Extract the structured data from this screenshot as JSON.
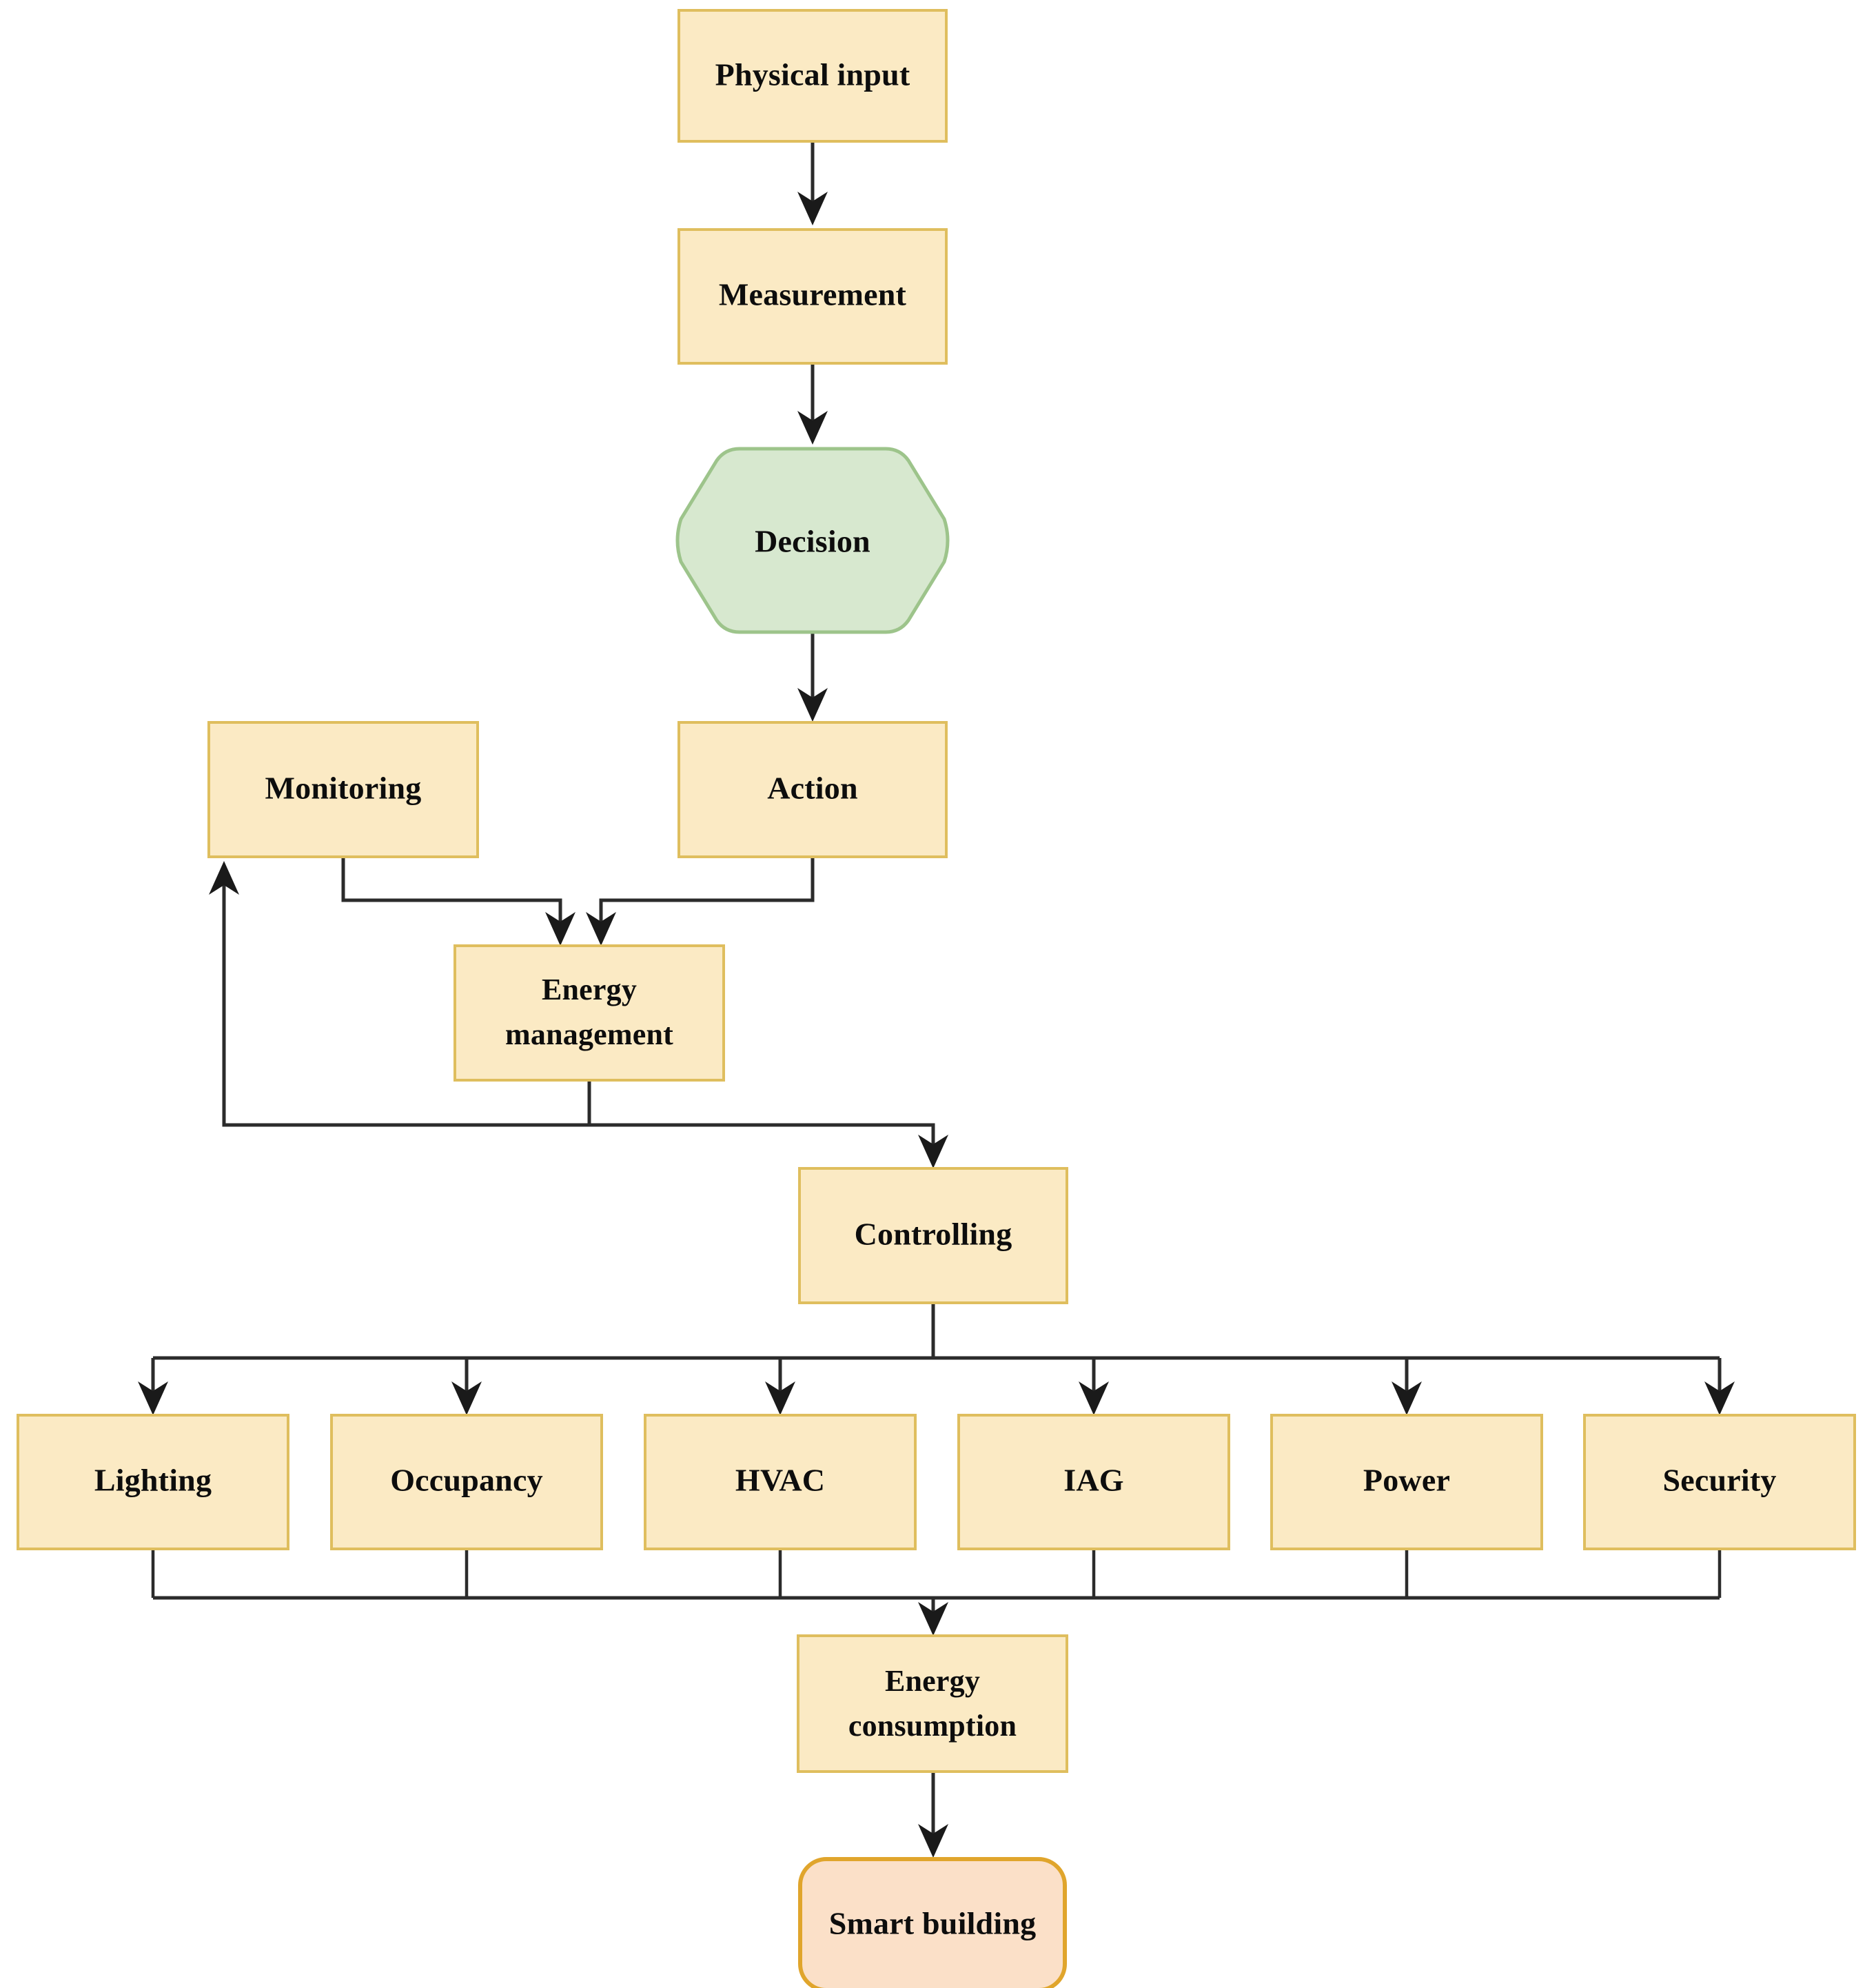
{
  "diagram": {
    "title": "Smart building energy management flowchart",
    "type": "flowchart",
    "background_color": "#ffffff",
    "colors": {
      "process_fill": "#fbeac4",
      "process_border": "#dfbe5e",
      "decision_fill": "#d7e8cf",
      "decision_border": "#9dc48b",
      "terminal_fill": "#fbe0c8",
      "terminal_border": "#e0a52c",
      "edge": "#2b2b2b",
      "text": "#0d0d0d"
    }
  },
  "nodes": {
    "physical_input": {
      "label": "Physical input",
      "shape": "rectangle"
    },
    "measurement": {
      "label": "Measurement",
      "shape": "rectangle"
    },
    "decision": {
      "label": "Decision",
      "shape": "hexagon"
    },
    "monitoring": {
      "label": "Monitoring",
      "shape": "rectangle"
    },
    "action": {
      "label": "Action",
      "shape": "rectangle"
    },
    "energy_management": {
      "label": "Energy management",
      "line1": "Energy",
      "line2": "management",
      "shape": "rectangle"
    },
    "controlling": {
      "label": "Controlling",
      "shape": "rectangle"
    },
    "energy_consumption": {
      "label": "Energy consumption",
      "line1": "Energy",
      "line2": "consumption",
      "shape": "rectangle"
    },
    "smart_building": {
      "label": "Smart building",
      "shape": "rounded-rectangle"
    }
  },
  "subsystems": [
    {
      "id": "lighting",
      "label": "Lighting"
    },
    {
      "id": "occupancy",
      "label": "Occupancy"
    },
    {
      "id": "hvac",
      "label": "HVAC"
    },
    {
      "id": "iag",
      "label": "IAG"
    },
    {
      "id": "power",
      "label": "Power"
    },
    {
      "id": "security",
      "label": "Security"
    }
  ],
  "edges": [
    {
      "from": "physical_input",
      "to": "measurement"
    },
    {
      "from": "measurement",
      "to": "decision"
    },
    {
      "from": "decision",
      "to": "action"
    },
    {
      "from": "monitoring",
      "to": "energy_management"
    },
    {
      "from": "action",
      "to": "energy_management"
    },
    {
      "from": "energy_management",
      "to": "monitoring"
    },
    {
      "from": "energy_management",
      "to": "controlling"
    },
    {
      "from": "controlling",
      "to": "lighting"
    },
    {
      "from": "controlling",
      "to": "occupancy"
    },
    {
      "from": "controlling",
      "to": "hvac"
    },
    {
      "from": "controlling",
      "to": "iag"
    },
    {
      "from": "controlling",
      "to": "power"
    },
    {
      "from": "controlling",
      "to": "security"
    },
    {
      "from": "lighting",
      "to": "energy_consumption"
    },
    {
      "from": "occupancy",
      "to": "energy_consumption"
    },
    {
      "from": "hvac",
      "to": "energy_consumption"
    },
    {
      "from": "iag",
      "to": "energy_consumption"
    },
    {
      "from": "power",
      "to": "energy_consumption"
    },
    {
      "from": "security",
      "to": "energy_consumption"
    },
    {
      "from": "energy_consumption",
      "to": "smart_building"
    }
  ]
}
